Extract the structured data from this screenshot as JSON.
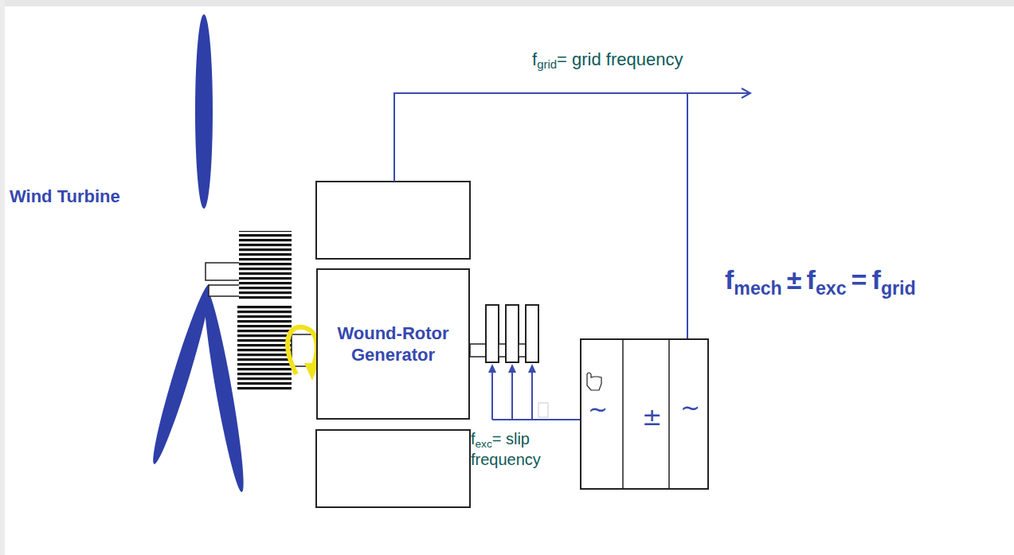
{
  "diagram": {
    "nodes": [
      {
        "text": [
          "Wound-Rotor Generator"
        ]
      },
      {
        "text": [
          "~",
          "±",
          "~"
        ]
      }
    ],
    "labels": [
      "Wind Turbine",
      "f",
      "grid",
      "= grid frequency",
      "f",
      "mech",
      "±",
      "f",
      "exc",
      "=",
      "f",
      "grid",
      "f",
      "exc",
      "= slip frequency"
    ]
  }
}
